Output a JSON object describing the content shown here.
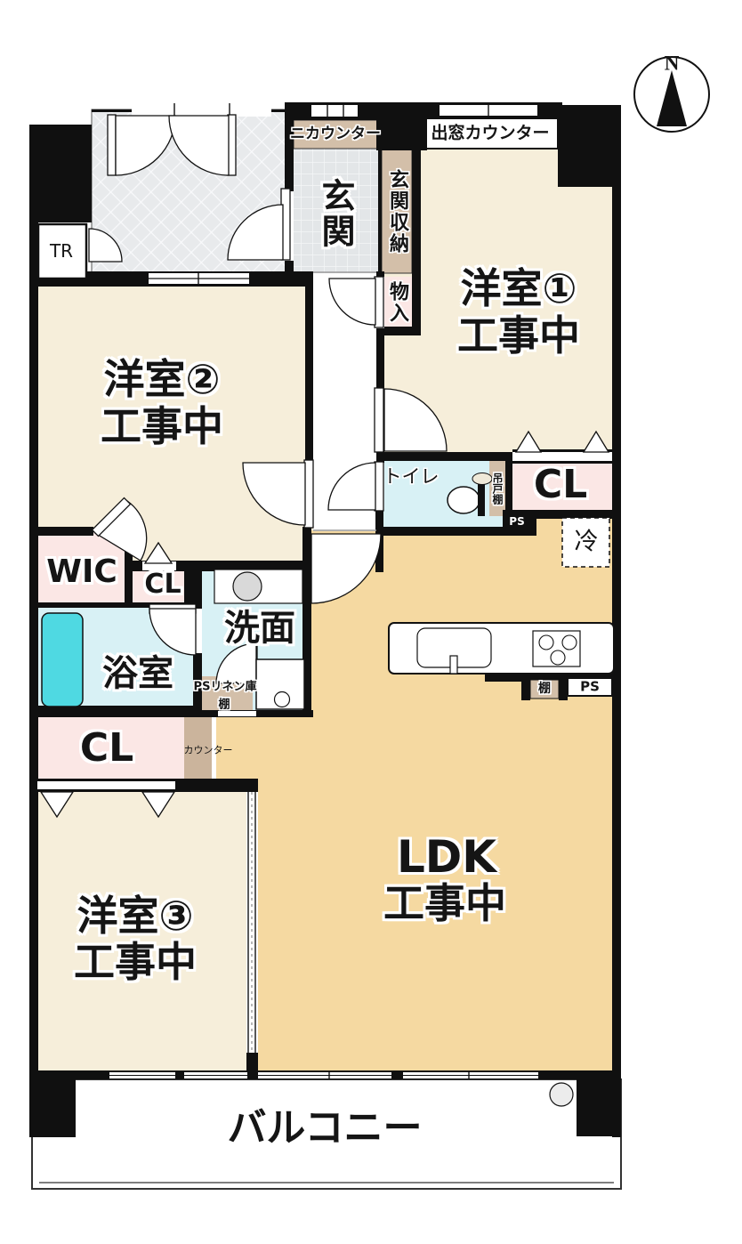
{
  "floorplan": {
    "rooms": {
      "room1": {
        "name": "洋室①",
        "status": "工事中"
      },
      "room2": {
        "name": "洋室②",
        "status": "工事中"
      },
      "room3": {
        "name": "洋室③",
        "status": "工事中"
      },
      "ldk": {
        "name": "LDK",
        "status": "工事中"
      },
      "balcony": "バルコニー",
      "genkan": "玄関",
      "toilet": "トイレ",
      "bath": "浴室",
      "washroom": "洗面",
      "wic": "WIC",
      "cl_small": "CL",
      "cl_large": "CL",
      "cl_right": "CL",
      "tr": "TR"
    },
    "features": {
      "ni_counter": "ニカウンター",
      "demado_counter": "出窓カウンター",
      "genkan_shuno": "玄関収納",
      "mono_ire": "物入",
      "tsurido_dana": "吊戸棚",
      "ps_toilet": "PS",
      "rei": "冷",
      "ps_linen": "PSリネン庫",
      "tana_linen": "棚",
      "counter": "カウンター",
      "tana_kitchen": "棚",
      "ps_kitchen": "PS",
      "compass_north": "N"
    },
    "colors": {
      "room_cream": "#f6eeda",
      "ldk_tan": "#f5d9a1",
      "closet_pink": "#fbe7e5",
      "wet_area_cyan": "#d8f1f5",
      "bathtub_cyan": "#4fd9e2",
      "counter_tan": "#d3bfa9",
      "entry_tile_gray": "#e3e6e8",
      "wall_black": "#101010"
    }
  }
}
